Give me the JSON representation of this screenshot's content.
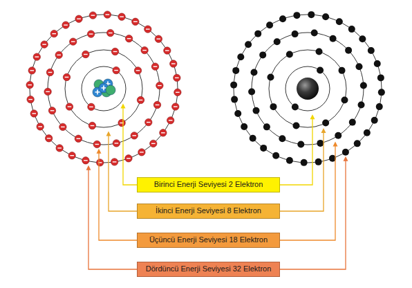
{
  "diagram": {
    "nodes": [
      {
        "text": [
          "Birinci Enerji Seviyesi 2 Elektron"
        ]
      },
      {
        "text": [
          "İkinci Enerji Seviyesi 8 Elektron"
        ]
      },
      {
        "text": [
          "Üçüncü Enerji Seviyesi 18 Elektron"
        ]
      },
      {
        "text": [
          "Dördüncü Enerji Seviyesi 32 Elektron"
        ]
      }
    ]
  }
}
